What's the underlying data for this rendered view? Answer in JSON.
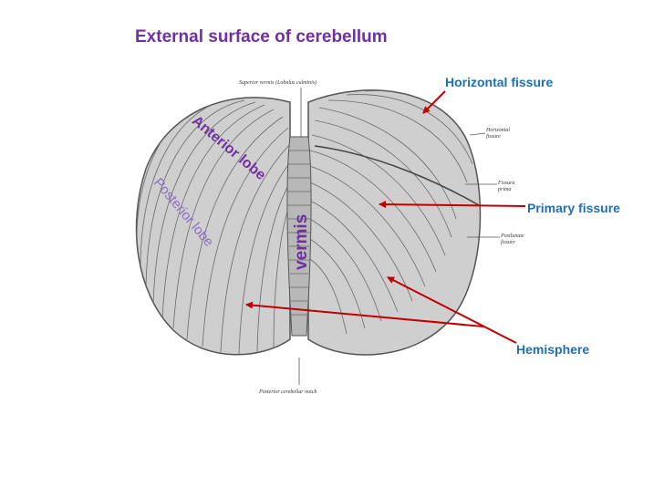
{
  "title": "External surface of cerebellum",
  "labels": {
    "horizontal_fissure": "Horizontal fissure",
    "primary_fissure": "Primary fissure",
    "hemisphere": "Hemisphere",
    "anterior_lobe": "Anterior lobe",
    "posterior_lobe": "Posterior lobe",
    "vermis": "vermis"
  },
  "figure_text": {
    "superior_vermis": "Superior vermis (Lobulus culminis)",
    "posterior_notch": "Posterior cerebellar notch",
    "horizontal_fissure_line1": "Horizontal",
    "horizontal_fissure_line2": "fissure",
    "fissura_prima_line1": "Fissura",
    "fissura_prima_line2": "prima",
    "postlunate_line1": "Postlunate",
    "postlunate_line2": "fissure"
  },
  "colors": {
    "title": "#7030a0",
    "callout": "#1f6fb4",
    "arrow": "#c00000"
  }
}
